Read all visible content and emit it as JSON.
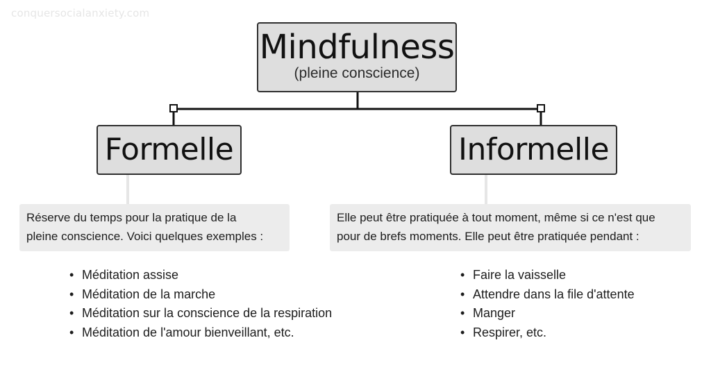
{
  "watermark": "conquersocialanxiety.com",
  "root": {
    "title": "Mindfulness",
    "subtitle": "(pleine conscience)"
  },
  "branches": [
    {
      "label": "Formelle",
      "description_lines": [
        "Réserve du temps pour la pratique de la",
        "pleine conscience. Voici quelques exemples :"
      ],
      "items": [
        "Méditation assise",
        "Méditation de la marche",
        "Méditation sur la conscience de la respiration",
        "Méditation de l'amour bienveillant, etc."
      ]
    },
    {
      "label": "Informelle",
      "description_lines": [
        "Elle peut être pratiquée à tout moment, même si ce n'est que",
        "pour de brefs moments. Elle peut être pratiquée pendant :"
      ],
      "items": [
        "Faire la vaisselle",
        "Attendre dans la file d'attente",
        "Manger",
        "Respirer, etc."
      ]
    }
  ],
  "colors": {
    "node_fill": "#dedede",
    "node_border": "#2e2e2e",
    "description_fill": "#ececec",
    "connector": "#111111",
    "faint_connector": "#e6e6e6"
  }
}
